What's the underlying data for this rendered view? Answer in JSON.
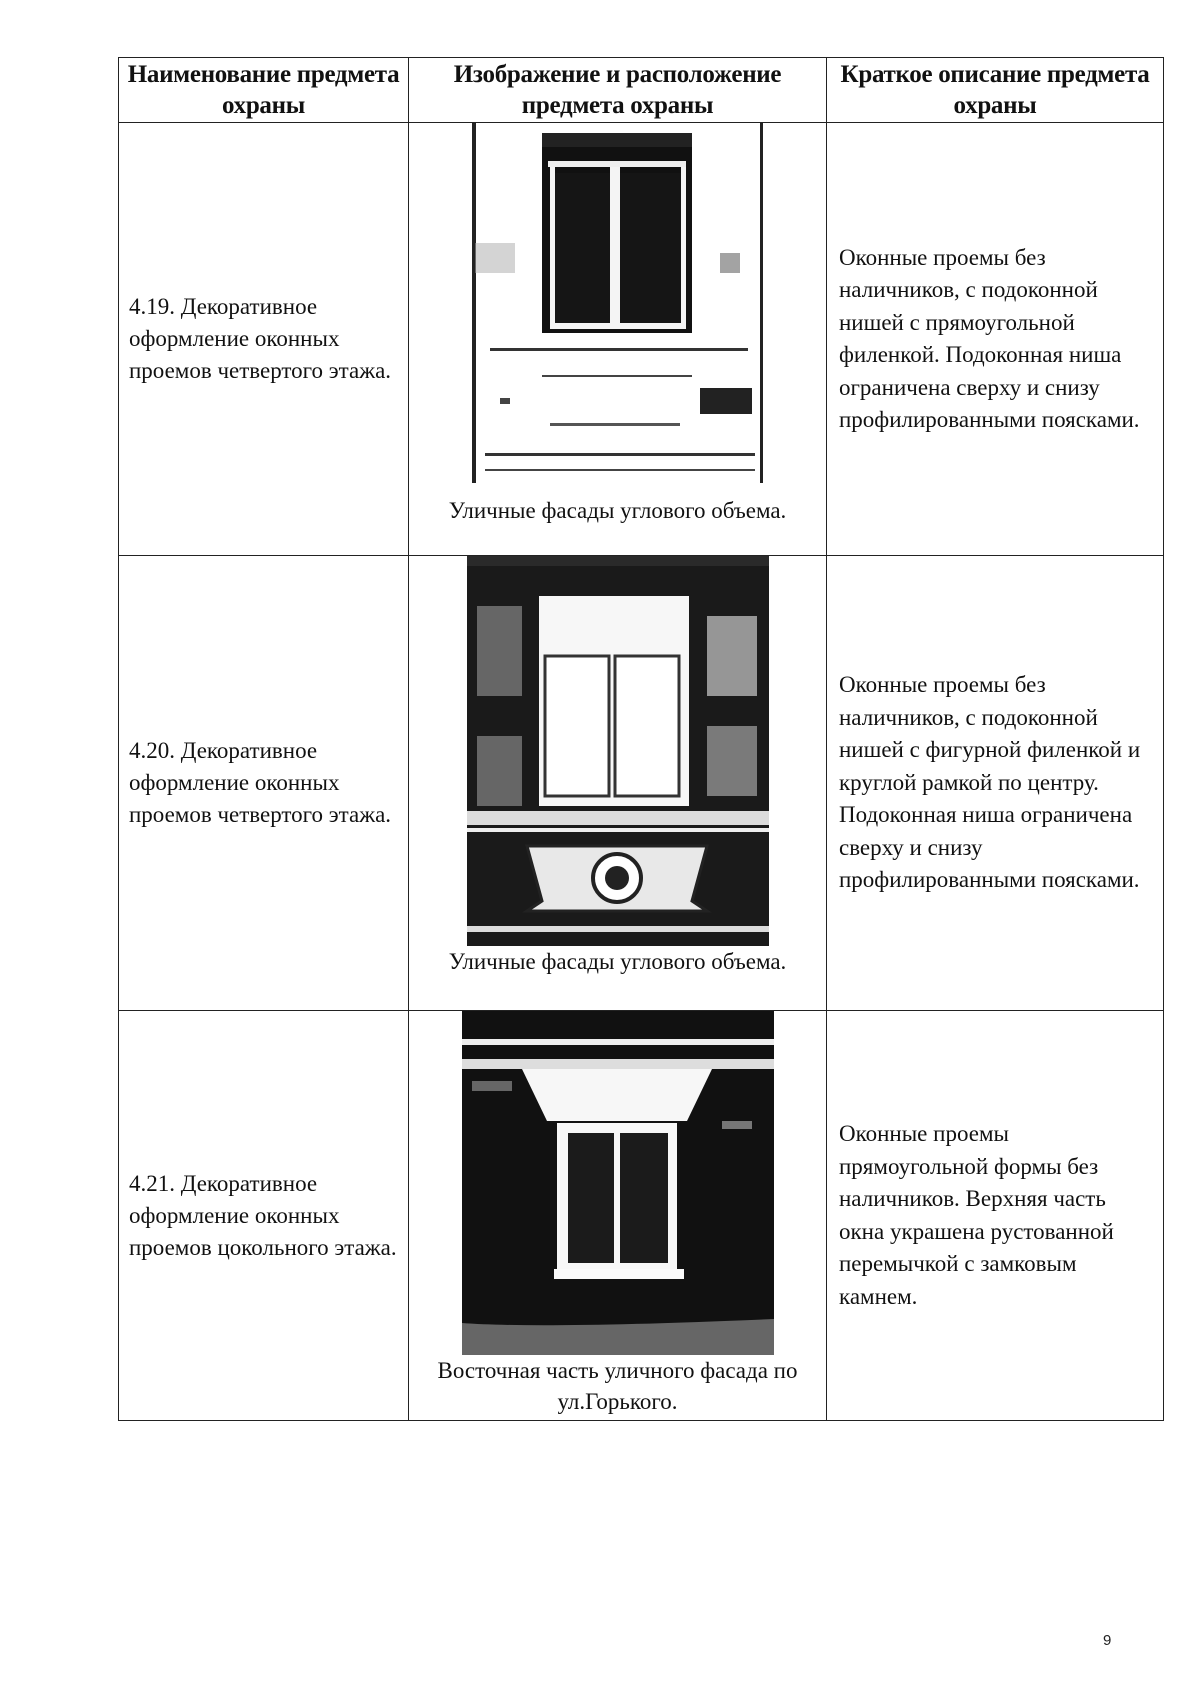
{
  "table": {
    "headers": [
      "Наименование предмета охраны",
      "Изображение и расположение предмета охраны",
      "Краткое описание предмета охраны"
    ],
    "rows": [
      {
        "name": "4.19.  Декоративное оформление оконных проемов четвертого этажа.",
        "image_icon": "facade-photo-window-4th-floor-rectangular-panel",
        "caption": "Уличные фасады углового объема.",
        "description": "Оконные проемы без наличников, с подоконной нишей с прямоугольной филенкой. Подоконная ниша ограничена сверху и снизу профилированными поясками."
      },
      {
        "name": "4.20.  Декоративное оформление оконных проемов четвертого этажа.",
        "image_icon": "facade-photo-window-4th-floor-round-frame",
        "caption": "Уличные фасады углового объема.",
        "description": "Оконные проемы без наличников, с подоконной нишей с фигурной филенкой и круглой рамкой по центру. Подоконная ниша ограничена сверху и снизу профилированными поясками."
      },
      {
        "name": "4.21.  Декоративное оформление оконных проемов цокольного этажа.",
        "image_icon": "facade-photo-window-basement-keystone",
        "caption": "Восточная часть уличного фасада по ул.Горького.",
        "description": "Оконные проемы прямоугольной формы без наличников. Верхняя часть окна украшена рустованной перемычкой с замковым камнем."
      }
    ]
  },
  "footer": {
    "page_number": "9"
  }
}
